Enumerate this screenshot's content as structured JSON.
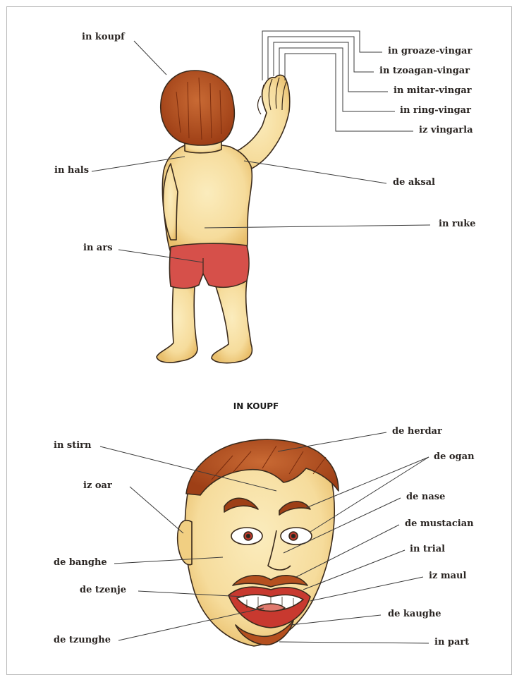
{
  "body_diagram": {
    "labels": {
      "head": "in koupf",
      "neck": "in hals",
      "buttocks": "in ars",
      "shoulder": "de aksal",
      "back": "in ruke",
      "thumb": "in groaze-vingar",
      "index_finger": "in tzoagan-vingar",
      "middle_finger": "in mitar-vingar",
      "ring_finger": "in ring-vingar",
      "little_finger": "iz vingarla"
    }
  },
  "face_diagram": {
    "heading": "IN KOUPF",
    "labels": {
      "forehead": "in stirn",
      "hair": "de herdar",
      "eyes": "de ogan",
      "ear": "iz oar",
      "nose": "de nase",
      "mustache": "de mustacian",
      "cheek": "de banghe",
      "philtrum": "in trial",
      "teeth": "de tzenje",
      "mouth": "iz maul",
      "chin": "de kaughe",
      "tongue": "de tzunghe",
      "beard": "in part"
    }
  },
  "colors": {
    "skin": "#f6dc9c",
    "skin_shade": "#e9bf6c",
    "hair": "#b5501f",
    "shorts": "#d6504a",
    "lips": "#c8392f",
    "outline": "#3a2a1c",
    "leader_line": "#3a3a3a",
    "frame": "#b8b8b8"
  }
}
